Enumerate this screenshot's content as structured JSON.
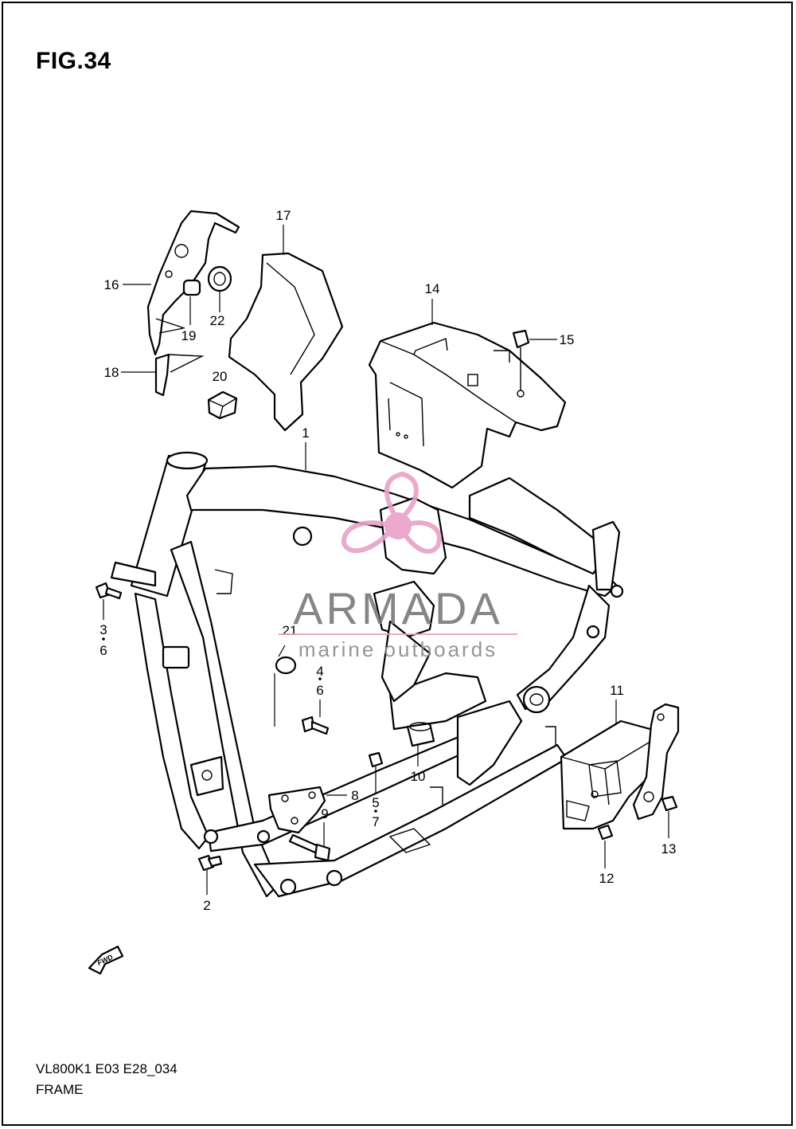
{
  "figure": {
    "title": "FIG.34",
    "code": "VL800K1 E03 E28_034",
    "name": "FRAME"
  },
  "watermark": {
    "brand": "ARMADA",
    "tagline": "marine outboards",
    "color": "#e8a0c8",
    "text_color": "#7a7a7a"
  },
  "fwd_label": "FWD",
  "callouts": [
    {
      "id": "1",
      "label": "1"
    },
    {
      "id": "2",
      "label": "2"
    },
    {
      "id": "3",
      "label": "3"
    },
    {
      "id": "6a",
      "label": "6"
    },
    {
      "id": "4",
      "label": "4"
    },
    {
      "id": "6b",
      "label": "6"
    },
    {
      "id": "5",
      "label": "5"
    },
    {
      "id": "7",
      "label": "7"
    },
    {
      "id": "8",
      "label": "8"
    },
    {
      "id": "9",
      "label": "9"
    },
    {
      "id": "10",
      "label": "10"
    },
    {
      "id": "11",
      "label": "11"
    },
    {
      "id": "12",
      "label": "12"
    },
    {
      "id": "13",
      "label": "13"
    },
    {
      "id": "14",
      "label": "14"
    },
    {
      "id": "15",
      "label": "15"
    },
    {
      "id": "16",
      "label": "16"
    },
    {
      "id": "17",
      "label": "17"
    },
    {
      "id": "18",
      "label": "18"
    },
    {
      "id": "19",
      "label": "19"
    },
    {
      "id": "20",
      "label": "20"
    },
    {
      "id": "21",
      "label": "21"
    },
    {
      "id": "22",
      "label": "22"
    }
  ]
}
